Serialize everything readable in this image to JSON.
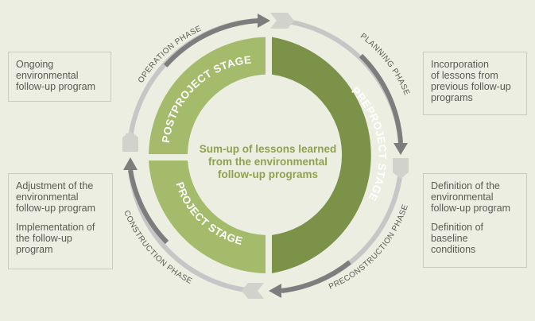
{
  "center_text": {
    "line1": "Sum-up of lessons learned",
    "line2": "from the environmental",
    "line3": "follow-up programs"
  },
  "stages": {
    "postproject": "POSTPROJECT STAGE",
    "preproject": "PREPROJECT STAGE",
    "project": "PROJECT STAGE"
  },
  "phases": {
    "operation": "OPERATION PHASE",
    "planning": "PLANNING PHASE",
    "preconstruction": "PRECONSTRUCTION PHASE",
    "construction": "CONSTRUCTION PHASE"
  },
  "boxes": {
    "top_left": {
      "text": "Ongoing\nenvironmental\nfollow-up program"
    },
    "top_right": {
      "text": "Incorporation\nof lessons from\nprevious follow-up\nprograms"
    },
    "bottom_left": {
      "text1": "Adjustment of the\nenvironmental\nfollow-up program",
      "text2": "Implementation of\nthe follow-up\nprogram"
    },
    "bottom_right": {
      "text1": "Definition of the\nenvironmental\nfollow-up program",
      "text2": "Definition of\nbaseline\nconditions"
    }
  },
  "colors": {
    "background": "#eceee2",
    "light_green": "#a3bb6b",
    "dark_green": "#7b9248",
    "center_text": "#8da24c",
    "arrow_dark": "#7d7d7d",
    "arrow_light": "#c6c6c6"
  }
}
